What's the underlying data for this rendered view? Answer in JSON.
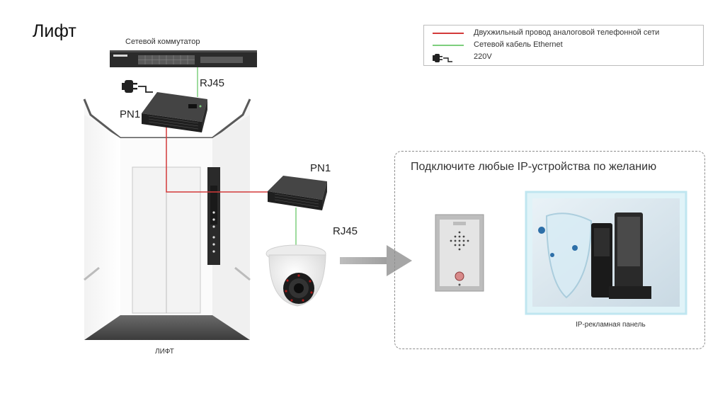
{
  "page": {
    "title": "Лифт"
  },
  "legend": {
    "items": [
      {
        "label": "Двухжильный провод аналоговой телефонной сети",
        "color": "#d33a3a"
      },
      {
        "label": "Сетевой кабель Ethernet",
        "color": "#7dcf7d"
      },
      {
        "label": "220V",
        "icon": "power-plug-icon"
      }
    ]
  },
  "devices": {
    "switch_label": "Сетевой коммутатор",
    "pn1_top": "PN1",
    "pn1_mid": "PN1",
    "rj45_top": "RJ45",
    "rj45_mid": "RJ45",
    "elevator_label": "ЛИФТ",
    "ad_panel_label": "IP-рекламная панель"
  },
  "right_panel": {
    "title": "Подключите любые IP-устройства по желанию"
  },
  "colors": {
    "phone_wire": "#d33a3a",
    "ethernet": "#7dcf7d",
    "arrow": "#a6a6a6"
  }
}
